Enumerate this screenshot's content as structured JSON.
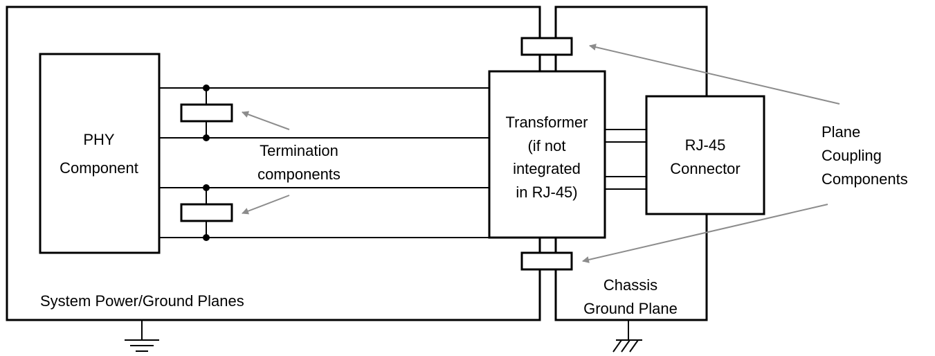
{
  "labels": {
    "system_planes": "System Power/Ground Planes",
    "phy_line1": "PHY",
    "phy_line2": "Component",
    "termination_line1": "Termination",
    "termination_line2": "components",
    "transformer_line1": "Transformer",
    "transformer_line2": "(if not",
    "transformer_line3": "integrated",
    "transformer_line4": "in RJ-45)",
    "rj45_line1": "RJ-45",
    "rj45_line2": "Connector",
    "plane_coupling_line1": "Plane",
    "plane_coupling_line2": "Coupling",
    "plane_coupling_line3": "Components",
    "chassis_line1": "Chassis",
    "chassis_line2": "Ground Plane"
  },
  "colors": {
    "line": "#000000",
    "arrow": "#8c8c8c",
    "background": "#ffffff"
  }
}
